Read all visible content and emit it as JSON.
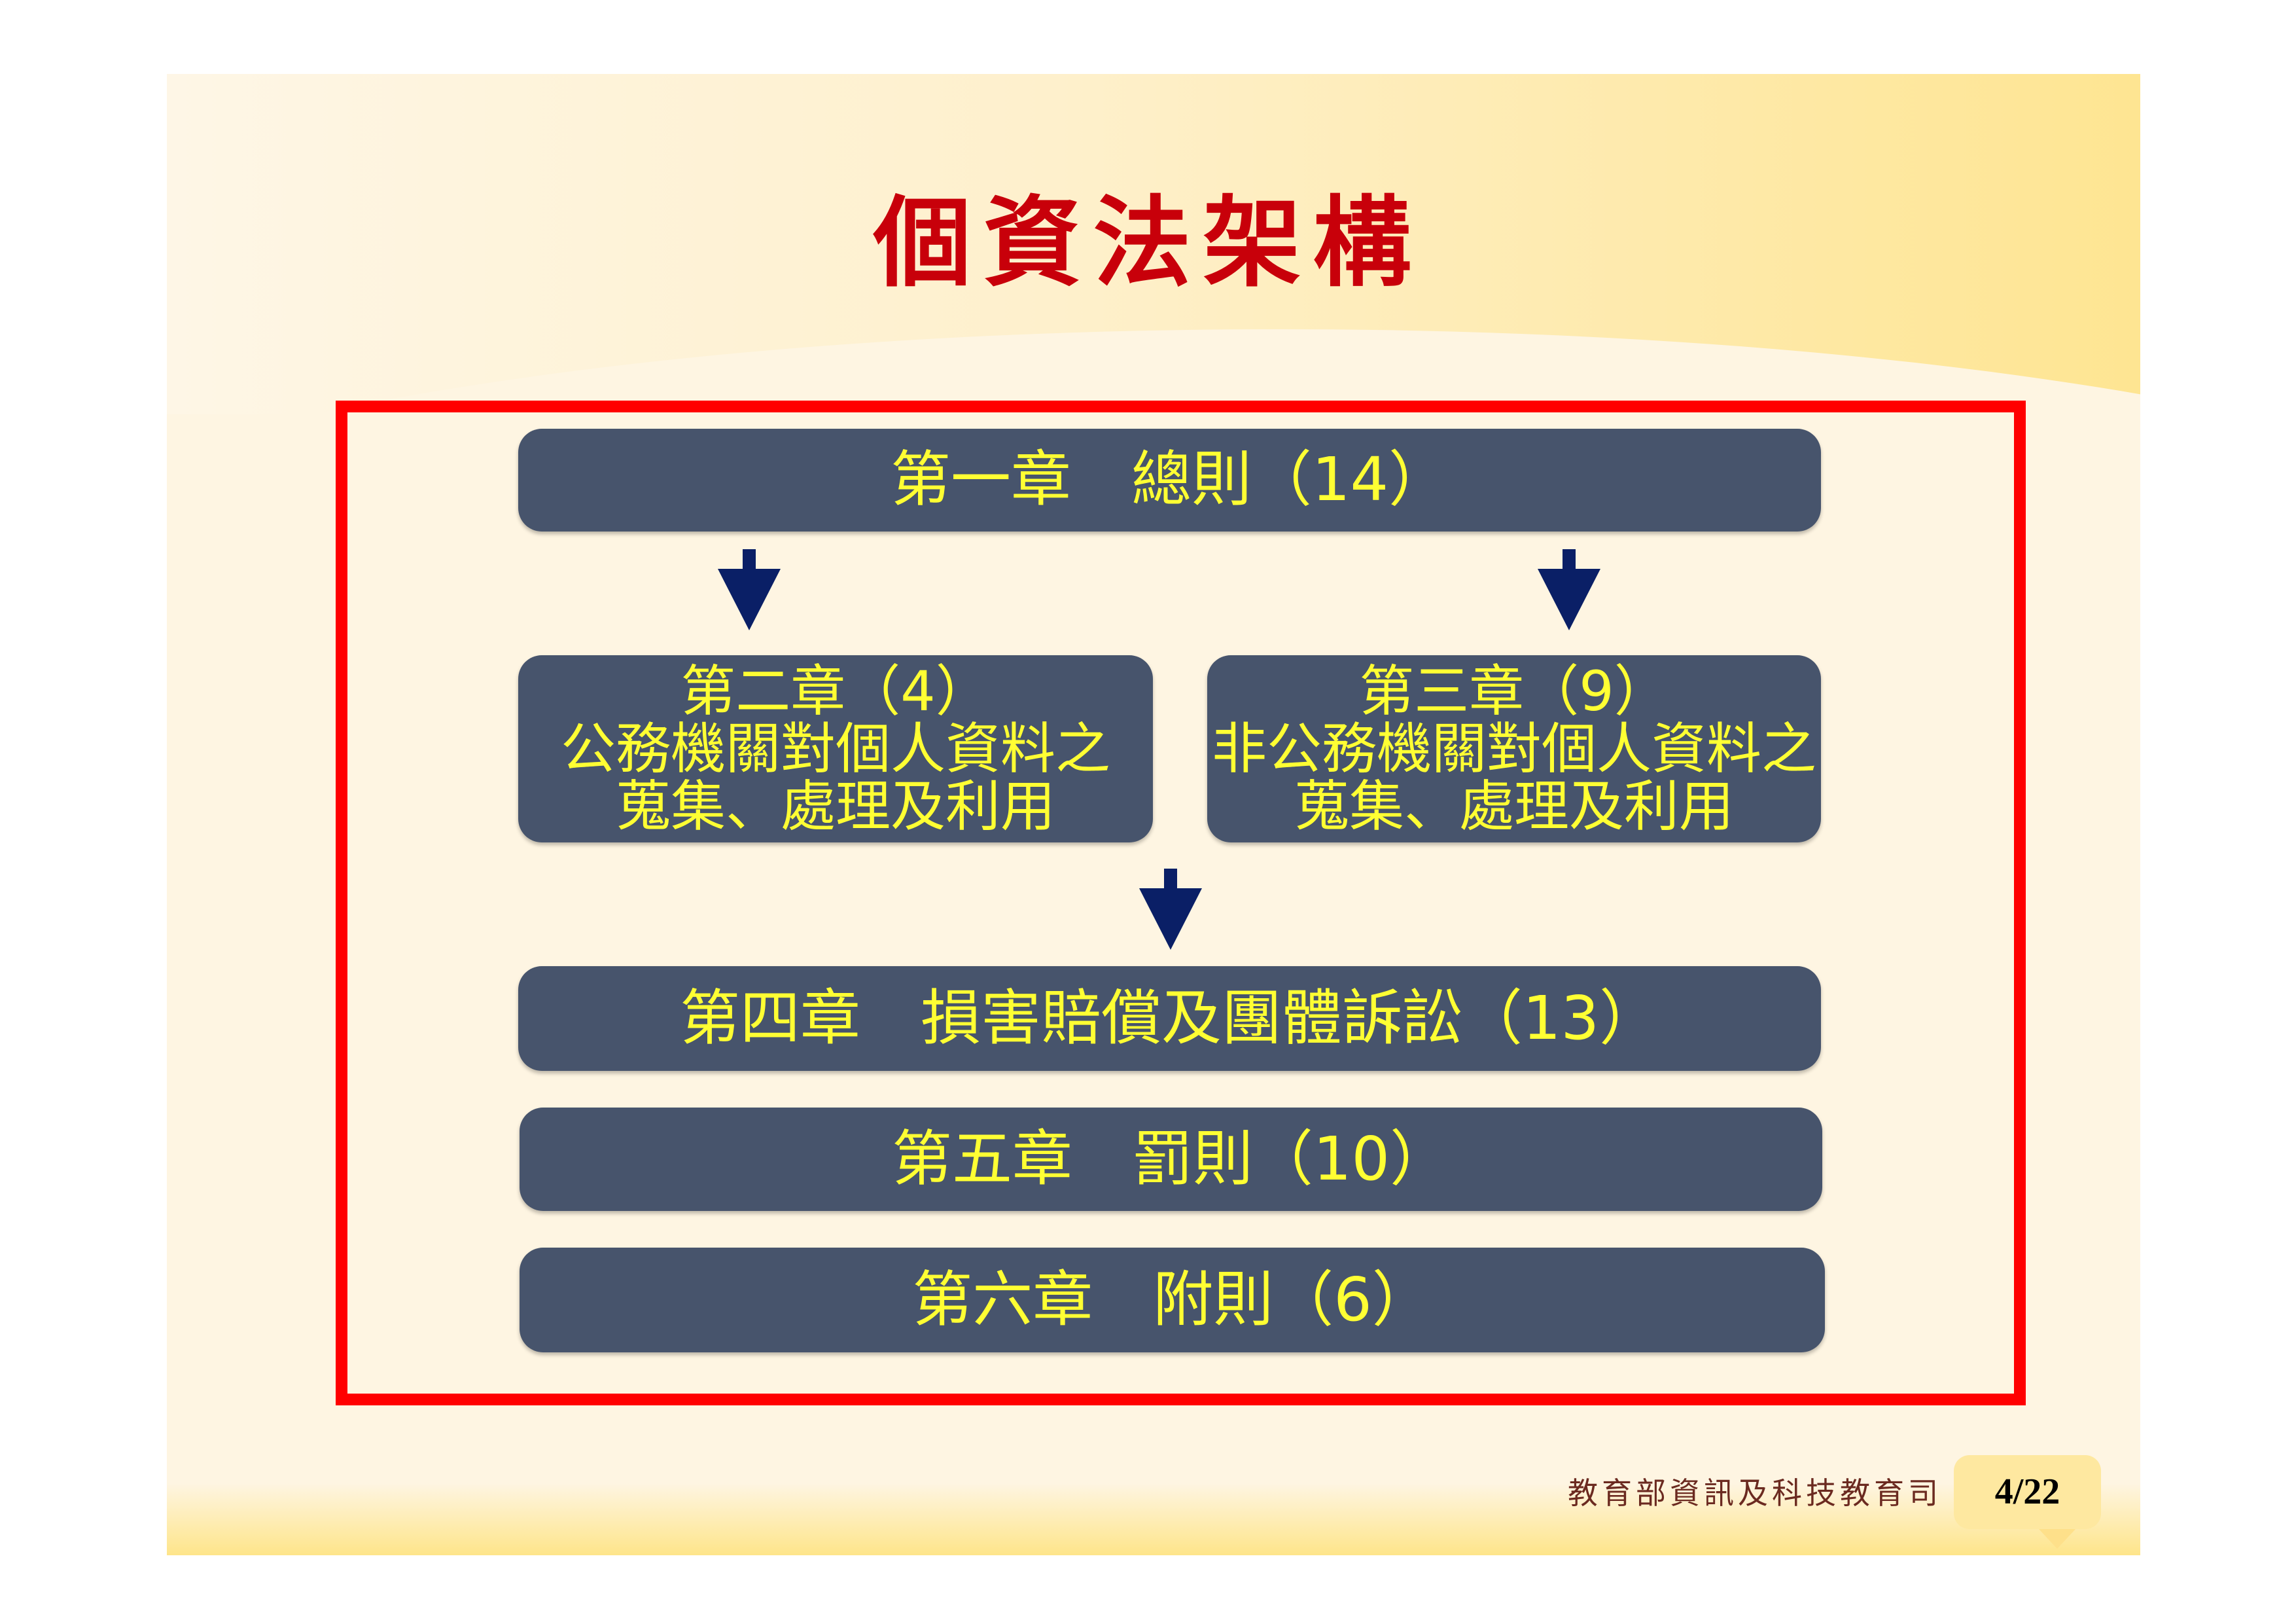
{
  "title": "個資法架構",
  "chapters": [
    {
      "lines": [
        "第一章　總則（14）"
      ]
    },
    {
      "lines": [
        "第二章（4）",
        "公務機關對個人資料之",
        "蒐集、處理及利用"
      ]
    },
    {
      "lines": [
        "第三章（9）",
        "非公務機關對個人資料之",
        "蒐集、處理及利用"
      ]
    },
    {
      "lines": [
        "第四章　損害賠償及團體訴訟（13）"
      ]
    },
    {
      "lines": [
        "第五章　罰則（10）"
      ]
    },
    {
      "lines": [
        "第六章　附則（6）"
      ]
    }
  ],
  "footer": {
    "organization": "教育部資訊及科技教育司",
    "page": "4/22"
  },
  "colors": {
    "title": "#c8000a",
    "frame": "#ff0000",
    "box": "#47546c",
    "box_text": "#ffff33",
    "arrow": "#0a1f66"
  }
}
